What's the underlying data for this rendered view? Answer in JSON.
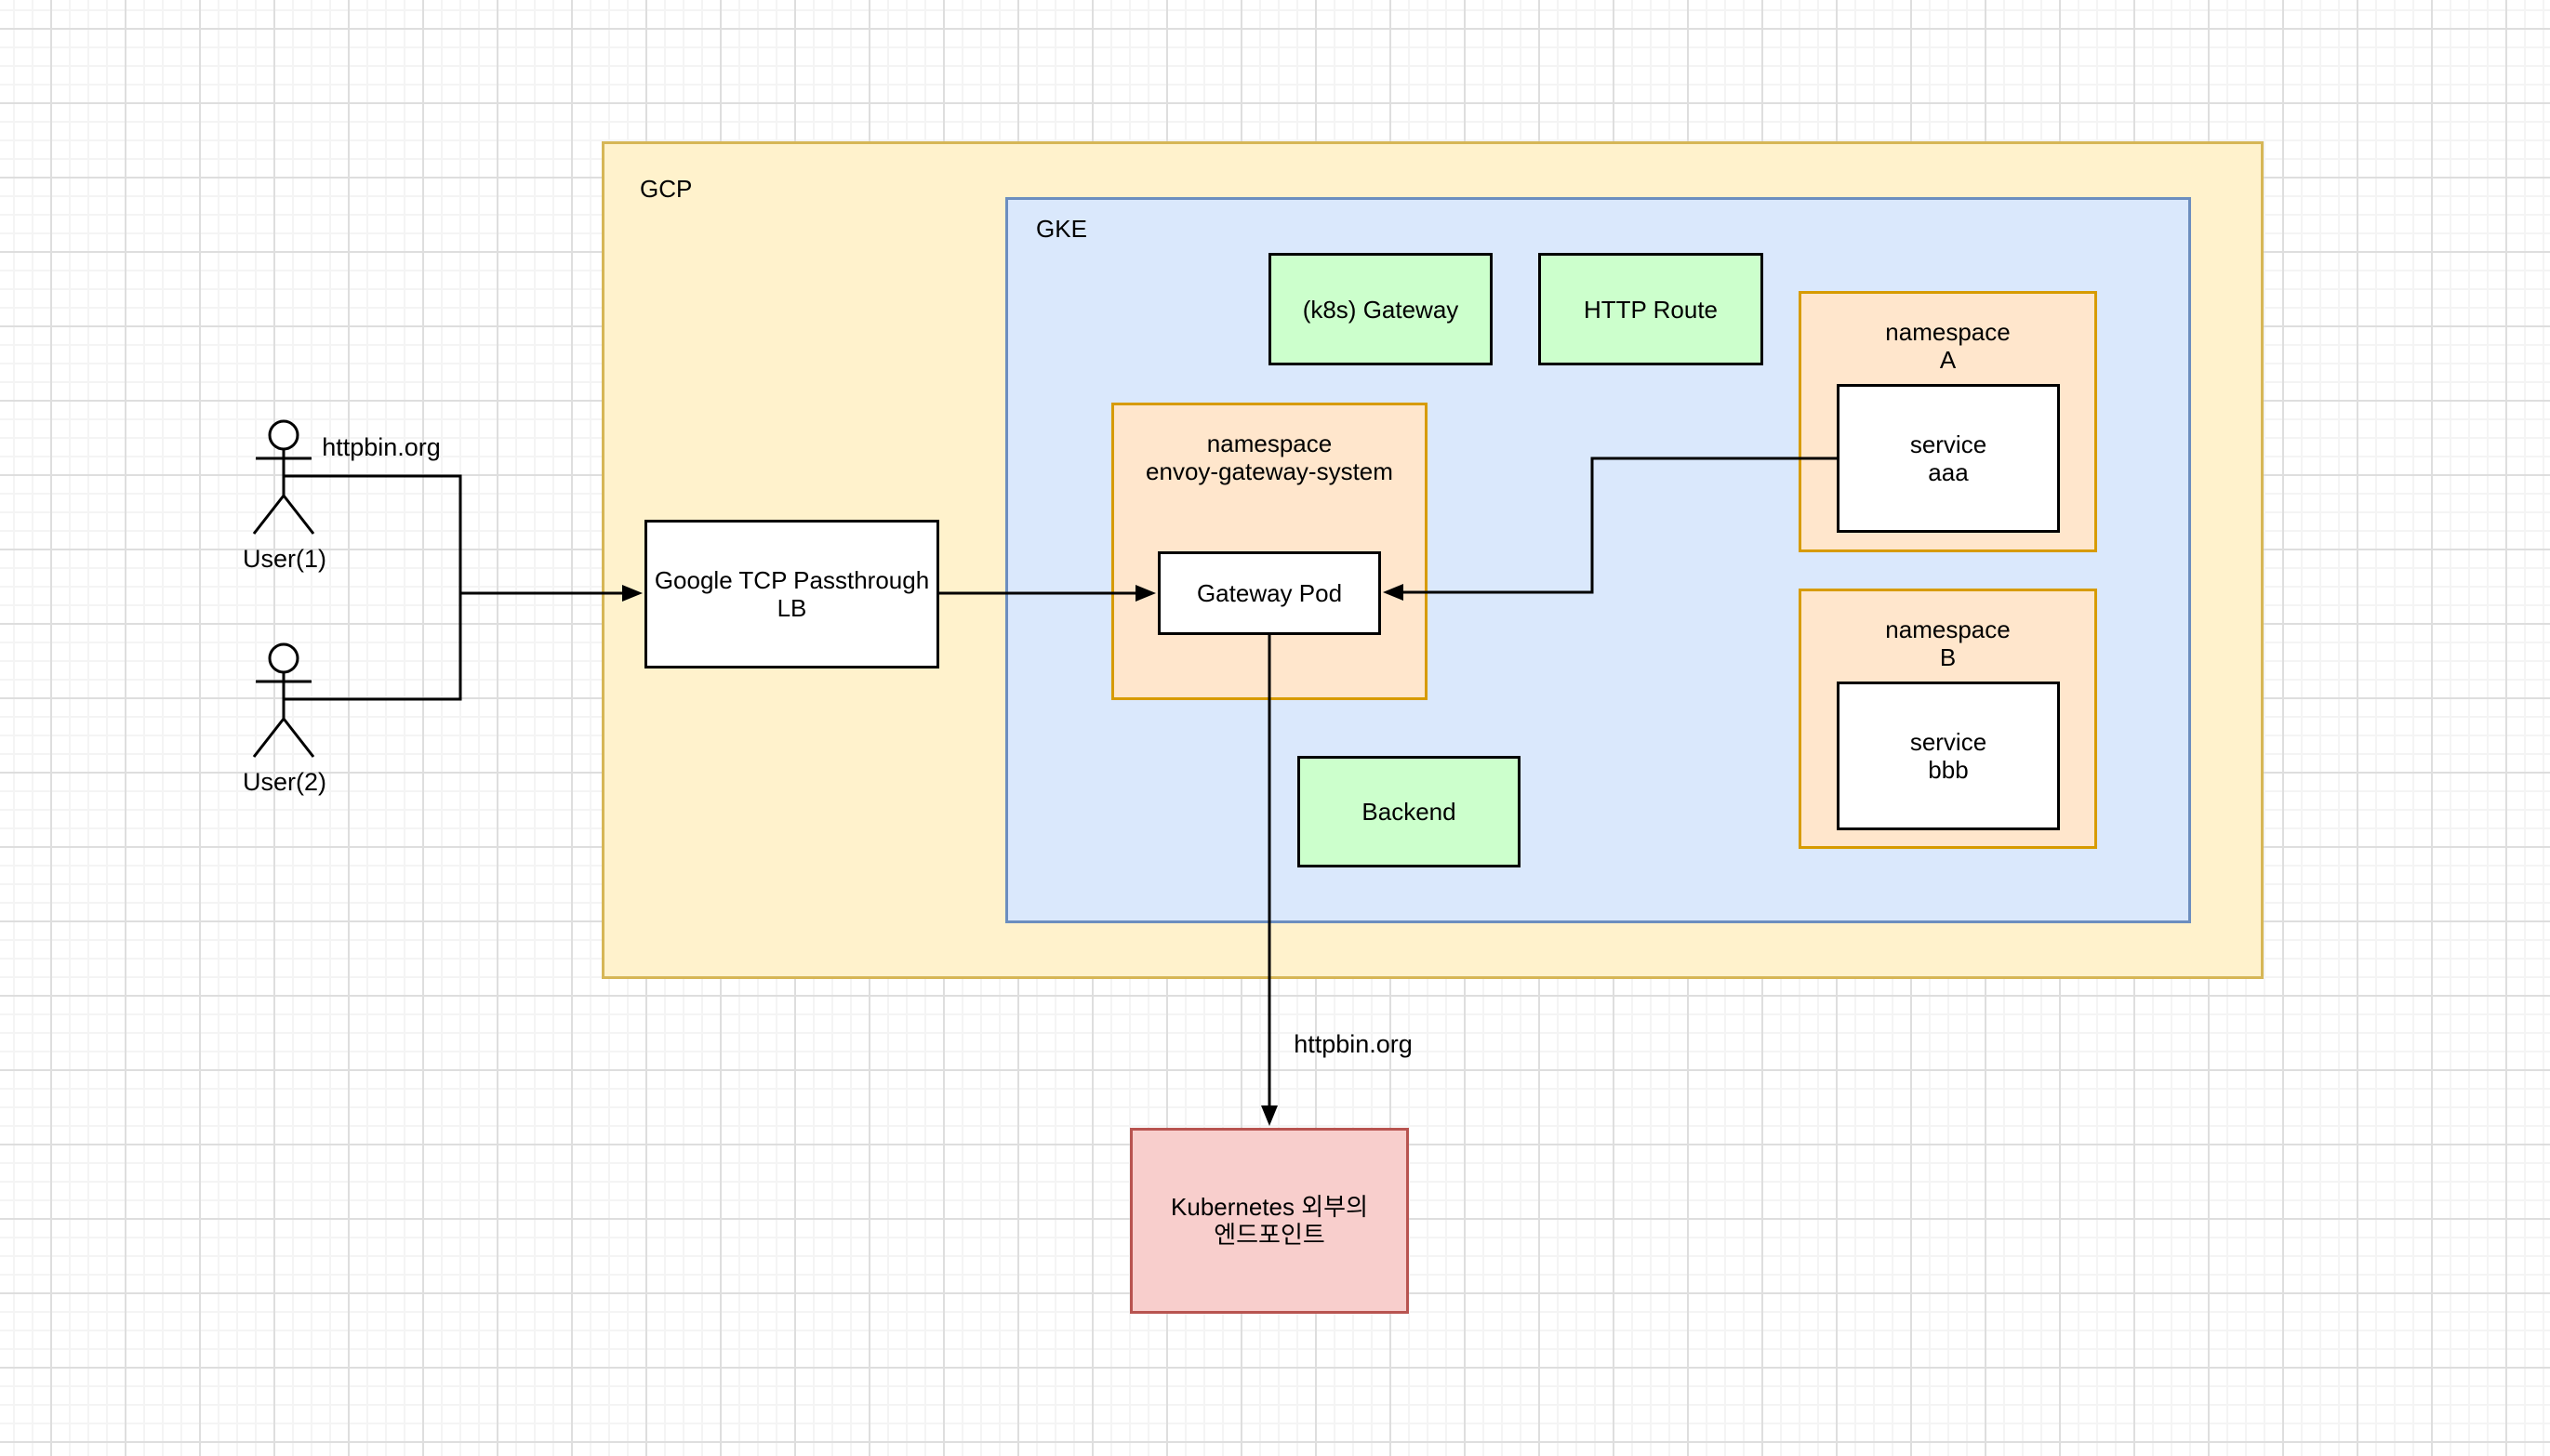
{
  "colors": {
    "canvas-bg": "#FFFFFF",
    "grid-minor": "#F4F4F4",
    "grid-major": "#DEDEDE",
    "gcp-fill": "#FFF2CC",
    "gcp-border": "#D6B656",
    "gke-fill": "#DAE8FC",
    "gke-border": "#6C8EBF",
    "ns-fill": "#FFE6CC",
    "ns-border": "#D79B00",
    "green-fill": "#CCFFCC",
    "pink-fill": "#F8CECC",
    "pink-border": "#B85450",
    "node-fill": "#FFFFFF",
    "node-border": "#000000",
    "line": "#000000",
    "text": "#000000"
  },
  "actors": {
    "user1": {
      "label": "User(1)"
    },
    "user2": {
      "label": "User(2)"
    }
  },
  "labels": {
    "httpbin_top": "httpbin.org",
    "httpbin_bottom": "httpbin.org"
  },
  "containers": {
    "gcp": {
      "label": "GCP"
    },
    "gke": {
      "label": "GKE"
    },
    "ns_envoy": {
      "label": "namespace\nenvoy-gateway-system"
    },
    "ns_a": {
      "label": "namespace\nA"
    },
    "ns_b": {
      "label": "namespace\nB"
    }
  },
  "nodes": {
    "lb": {
      "label": "Google TCP Passthrough LB"
    },
    "k8s_gateway": {
      "label": "(k8s) Gateway"
    },
    "http_route": {
      "label": "HTTP Route"
    },
    "gateway_pod": {
      "label": "Gateway Pod"
    },
    "backend": {
      "label": "Backend"
    },
    "service_aaa": {
      "label": "service\naaa"
    },
    "service_bbb": {
      "label": "service\nbbb"
    },
    "external_endpoint": {
      "label": "Kubernetes 외부의\n엔드포인트"
    }
  }
}
